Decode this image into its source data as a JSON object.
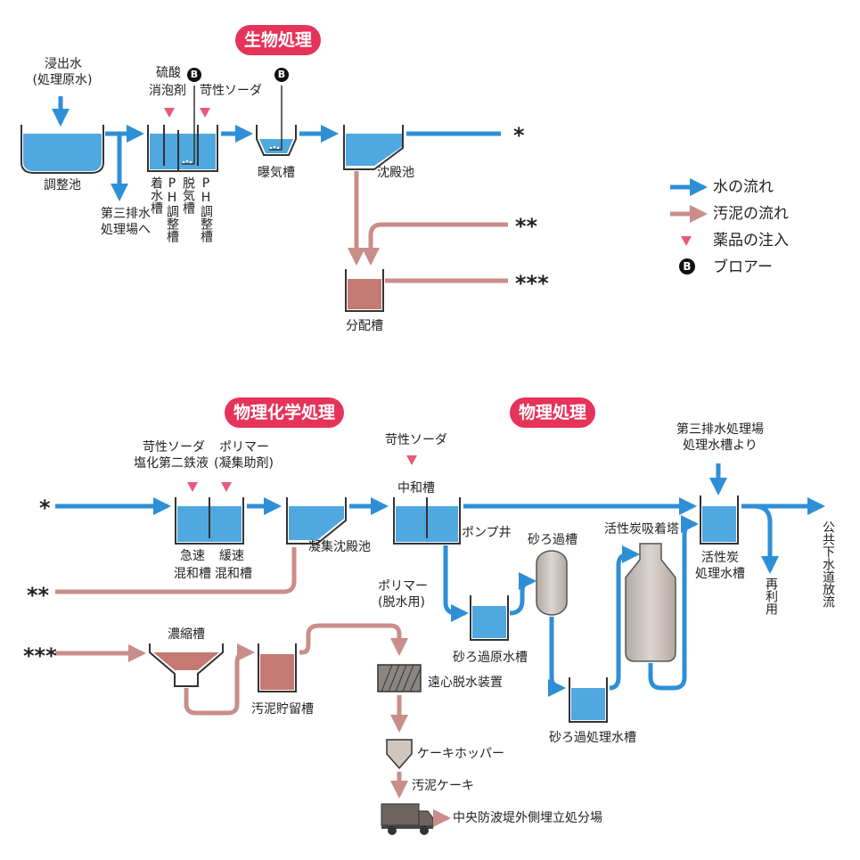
{
  "badges": {
    "bio": "生物処理",
    "physchem": "物理化学処理",
    "phys": "物理処理"
  },
  "top": {
    "leachate": "浸出水",
    "leachate_sub": "(処理原水)",
    "adjust_pond": "調整池",
    "third_plant_to_1": "第三排水",
    "third_plant_to_2": "処理場へ",
    "sulfuric": "硫酸",
    "defoamer": "消泡剤",
    "caustic": "苛性ソーダ",
    "tank_chakusui": "着水槽",
    "tank_ph1": "PH調整槽",
    "tank_degas": "脱気槽",
    "tank_ph2": "PH調整槽",
    "aeration": "曝気槽",
    "sedimentation": "沈殿池",
    "distribution": "分配槽",
    "blower_mark": "B"
  },
  "markers": {
    "one": "*",
    "two": "**",
    "three": "***"
  },
  "legend": {
    "water": "水の流れ",
    "sludge": "汚泥の流れ",
    "chem": "薬品の注入",
    "blower": "ブロアー",
    "blower_mark": "B"
  },
  "bottom": {
    "caustic": "苛性ソーダ",
    "ferric": "塩化第二鉄液",
    "polymer": "ポリマー",
    "polymer_sub": "(凝集助剤)",
    "rapid_mix_1": "急速",
    "rapid_mix_2": "混和槽",
    "slow_mix_1": "緩速",
    "slow_mix_2": "混和槽",
    "coag_sed": "凝集沈殿池",
    "caustic2": "苛性ソーダ",
    "neutral": "中和槽",
    "pump_well": "ポンプ井",
    "sand_filter": "砂ろ過槽",
    "sand_raw_1": "砂ろ過原水槽",
    "sand_treated": "砂ろ過処理水槽",
    "carbon_tower": "活性炭吸着塔",
    "third_from_1": "第三排水処理場",
    "third_from_2": "処理水槽より",
    "carbon_tank_1": "活性炭",
    "carbon_tank_2": "処理水槽",
    "reuse": "再利用",
    "discharge": "公共下水道放流",
    "thickener": "濃縮槽",
    "sludge_store": "汚泥貯留槽",
    "polymer_dw": "ポリマー",
    "polymer_dw_sub": "(脱水用)",
    "centrifuge": "遠心脱水装置",
    "hopper": "ケーキホッパー",
    "cake": "汚泥ケーキ",
    "landfill": "中央防波堤外側埋立処分場"
  },
  "colors": {
    "water": "#2e8fd6",
    "sludge": "#c98d8a",
    "chem": "#e85a78",
    "badge": "#e6335a",
    "tank_water": "#4fa8e0",
    "sludge_fill": "#c47a72",
    "gray_vessel": "#c6bcb6"
  }
}
